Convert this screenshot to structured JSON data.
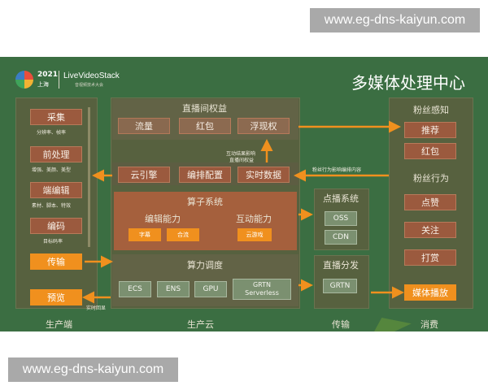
{
  "watermarks": {
    "top": "www.eg-dns-kaiyun.com",
    "bottom": "www.eg-dns-kaiyun.com"
  },
  "header": {
    "year": "2021",
    "city": "上海",
    "brand": "LiveVideoStack",
    "brand_sub": "音视频技术大会",
    "title": "多媒体处理中心"
  },
  "production": {
    "label": "生产端",
    "items": [
      {
        "title": "采集",
        "desc": "分辨率、帧率"
      },
      {
        "title": "前处理",
        "desc": "增强、美颜、美型"
      },
      {
        "title": "端编辑",
        "desc": "素材、脚本、特效"
      },
      {
        "title": "编码",
        "desc": "目标码率"
      }
    ],
    "transfer": "传输",
    "preview": "预览",
    "realtime_return": "实时回显"
  },
  "cloud": {
    "label": "生产云",
    "rights": {
      "title": "直播间权益",
      "items": [
        "流量",
        "红包",
        "浮现权"
      ]
    },
    "engine": {
      "items": [
        "云引擎",
        "编排配置",
        "实时数据"
      ]
    },
    "algo": {
      "title": "算子系统",
      "edit": {
        "title": "编辑能力",
        "items": [
          "字幕",
          "合流"
        ]
      },
      "interact": {
        "title": "互动能力",
        "items": [
          "云游戏"
        ]
      }
    },
    "compute": {
      "title": "算力调度",
      "items": [
        "ECS",
        "ENS",
        "GPU",
        "GRTN Serverless"
      ]
    },
    "interaction_note": [
      "互动结果影响",
      "直播间权益"
    ]
  },
  "transmission": {
    "label": "传输",
    "vod": {
      "title": "点播系统",
      "items": [
        "OSS",
        "CDN"
      ]
    },
    "live": {
      "title": "直播分发",
      "items": [
        "GRTN"
      ]
    }
  },
  "consume": {
    "label": "消费",
    "perception": {
      "title": "粉丝感知",
      "items": [
        "推荐",
        "红包"
      ]
    },
    "behavior": {
      "title": "粉丝行为",
      "items": [
        "点赞",
        "关注",
        "打赏"
      ]
    },
    "play": "媒体播放",
    "influence_note": "粉丝行为影响编排内容"
  },
  "colors": {
    "bg": "#3b6e42",
    "column": "#57613f",
    "brown": "#9b5a3e",
    "orange": "#f0901e",
    "grey_btn": "#7b9070"
  }
}
